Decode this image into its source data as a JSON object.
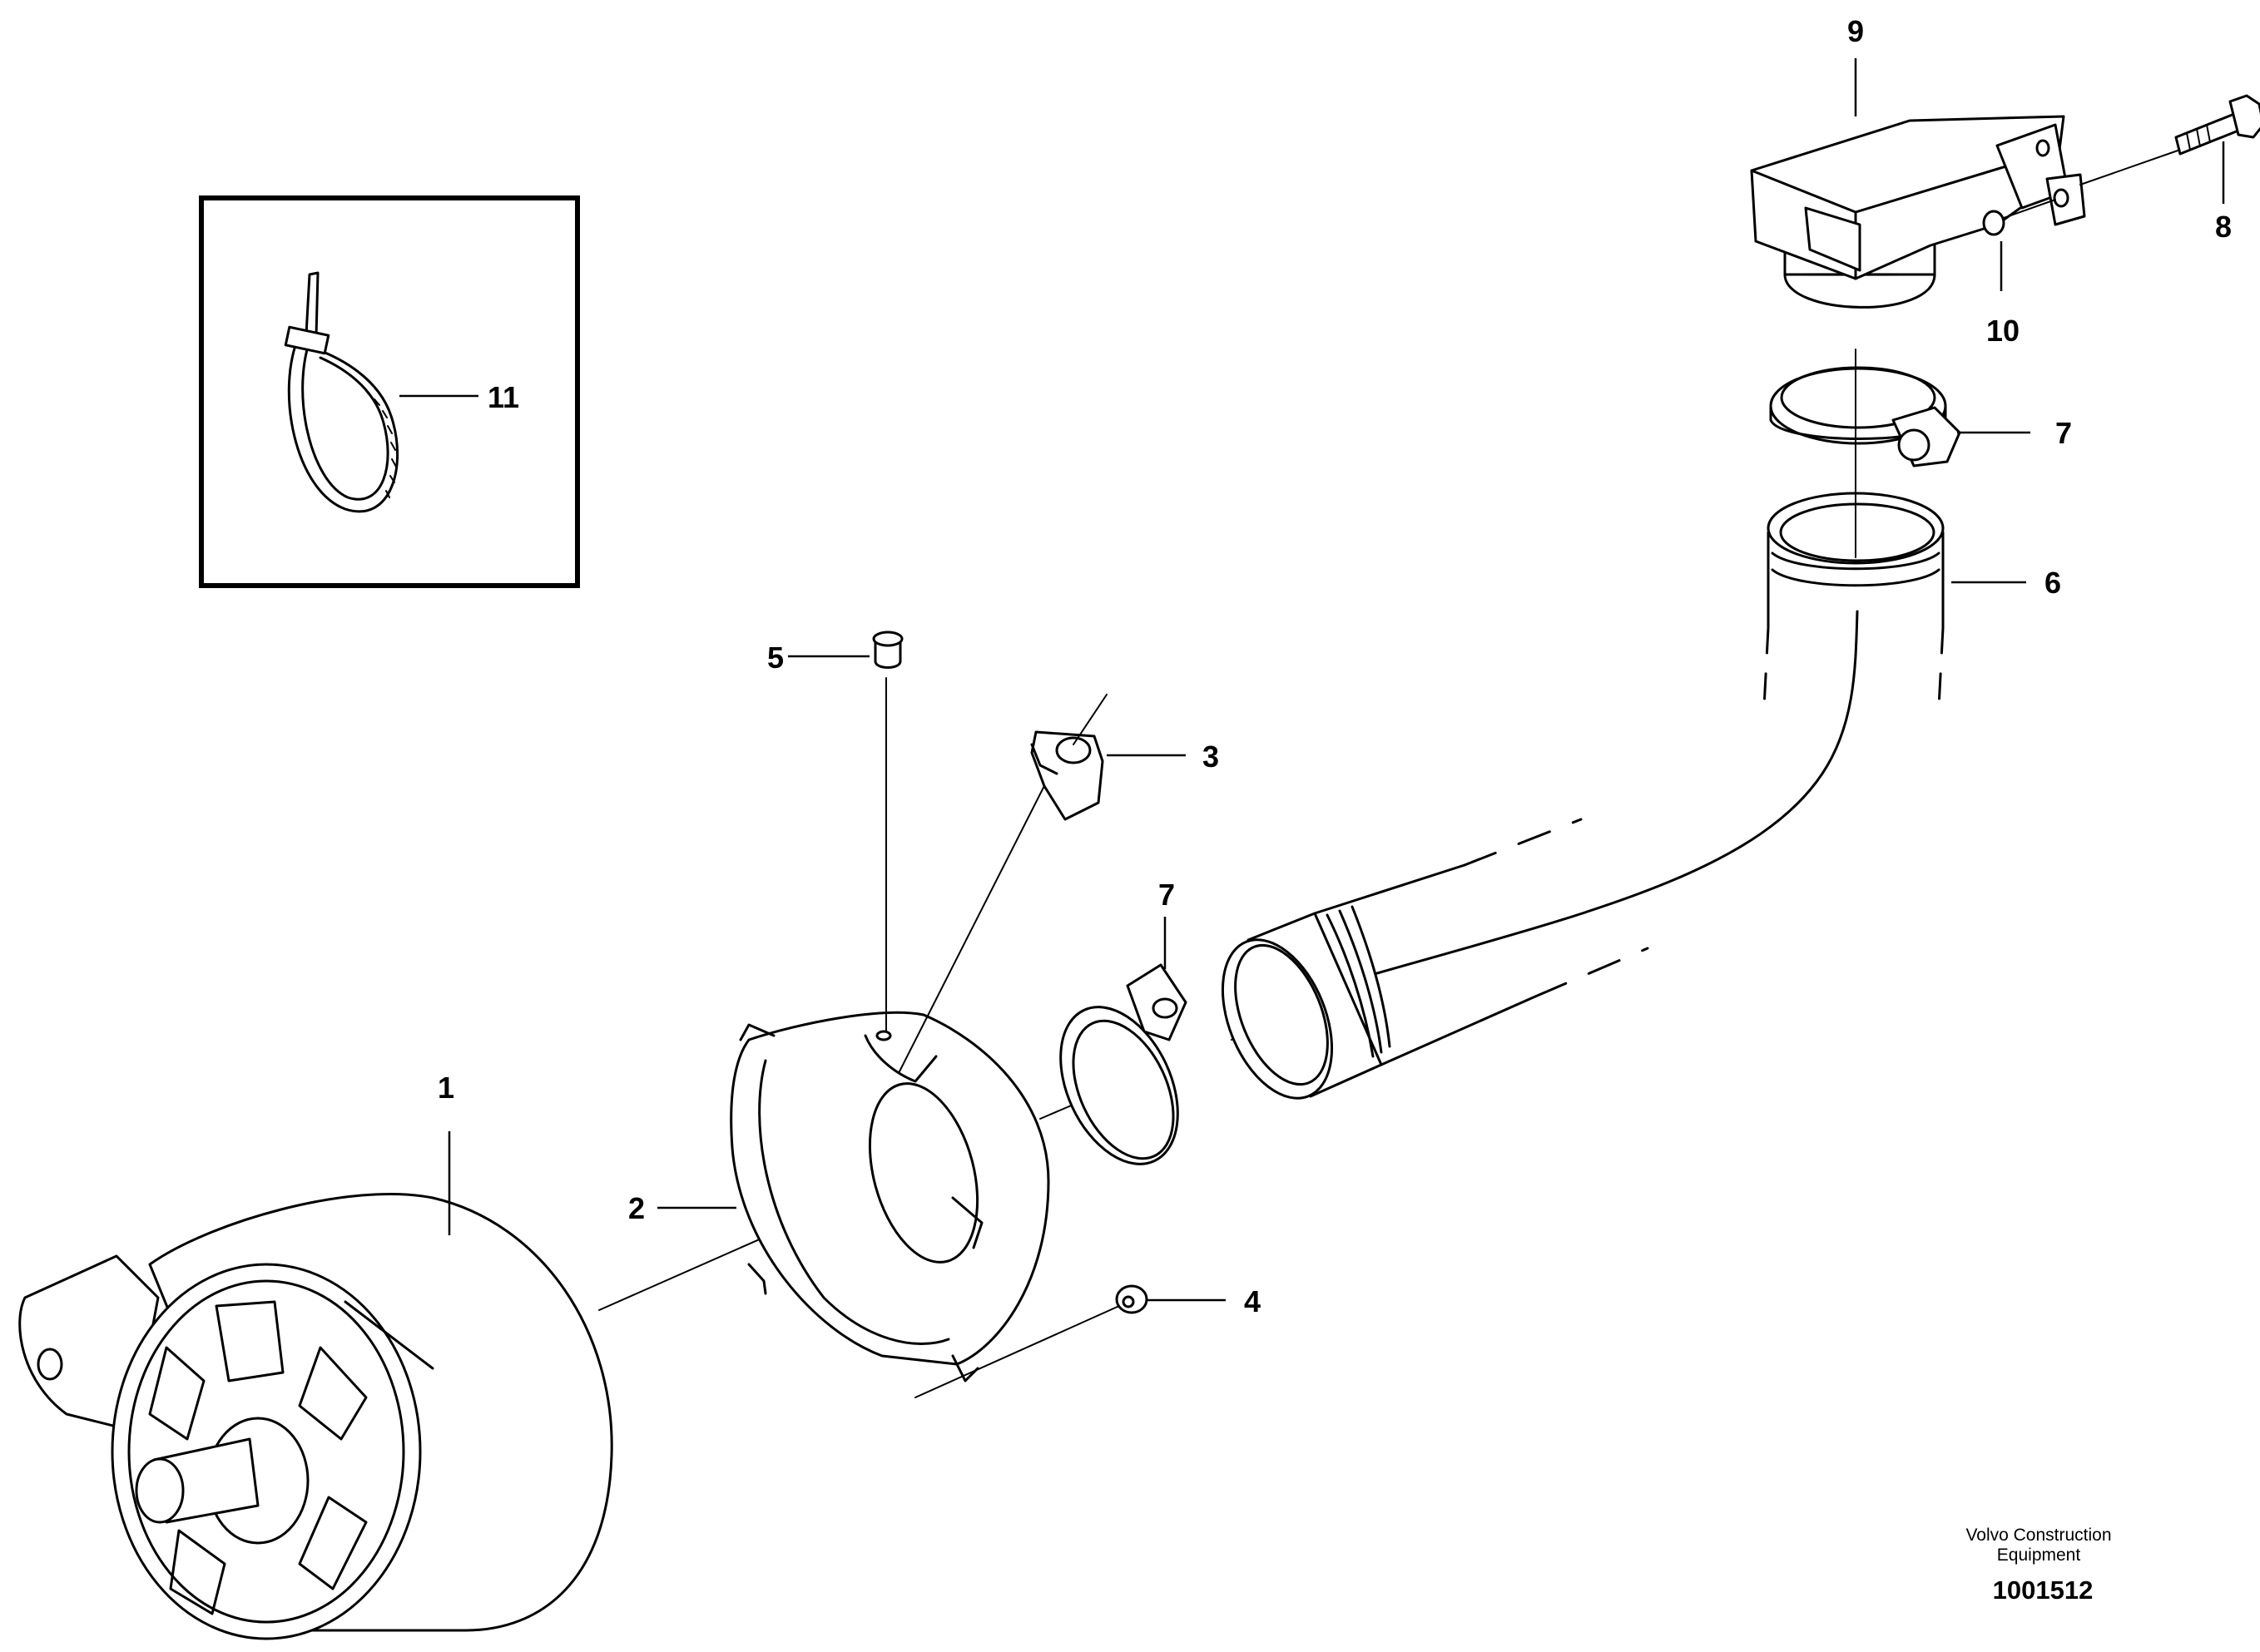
{
  "diagram": {
    "callouts": [
      {
        "id": "1",
        "label": "1",
        "part": "alternator"
      },
      {
        "id": "2",
        "label": "2",
        "part": "fan-shroud"
      },
      {
        "id": "3",
        "label": "3",
        "part": "clip-nut"
      },
      {
        "id": "4",
        "label": "4",
        "part": "washer"
      },
      {
        "id": "5",
        "label": "5",
        "part": "plug"
      },
      {
        "id": "6",
        "label": "6",
        "part": "hose"
      },
      {
        "id": "7a",
        "label": "7",
        "part": "hose-clamp"
      },
      {
        "id": "7b",
        "label": "7",
        "part": "hose-clamp"
      },
      {
        "id": "8",
        "label": "8",
        "part": "bolt"
      },
      {
        "id": "9",
        "label": "9",
        "part": "air-intake-box"
      },
      {
        "id": "10",
        "label": "10",
        "part": "nut"
      },
      {
        "id": "11",
        "label": "11",
        "part": "cable-tie"
      }
    ]
  },
  "footer": {
    "brand_line1": "Volvo Construction",
    "brand_line2": "Equipment",
    "drawing_number": "1001512"
  }
}
